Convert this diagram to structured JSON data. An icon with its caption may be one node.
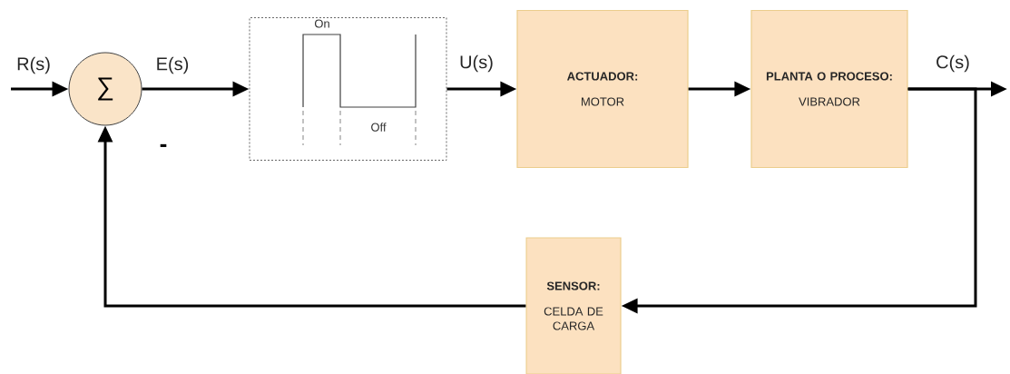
{
  "diagram": {
    "nodes": [
      {
        "text": [
          "∑"
        ]
      },
      {
        "text": [
          "On",
          "Off"
        ]
      },
      {
        "text": [
          "ACTUADOR:",
          "MOTOR"
        ]
      },
      {
        "text": [
          "PLANTA O PROCESO:",
          "VIBRADOR"
        ]
      },
      {
        "text": [
          "SENSOR:",
          "CELDA DE CARGA"
        ]
      }
    ],
    "edges": [
      {
        "from": null,
        "to": 0,
        "arrow": "to",
        "label": "R(s)"
      },
      {
        "from": 0,
        "to": 1,
        "arrow": "to",
        "label": "E(s)"
      },
      {
        "from": 1,
        "to": 2,
        "arrow": "to",
        "label": "U(s)"
      },
      {
        "from": 2,
        "to": 3,
        "arrow": "to"
      },
      {
        "from": 3,
        "to": null,
        "arrow": "to",
        "label": "C(s)"
      },
      {
        "from": 3,
        "to": 4,
        "arrow": "to"
      },
      {
        "from": 4,
        "to": 0,
        "arrow": "to"
      }
    ],
    "labels": [
      "-"
    ]
  }
}
